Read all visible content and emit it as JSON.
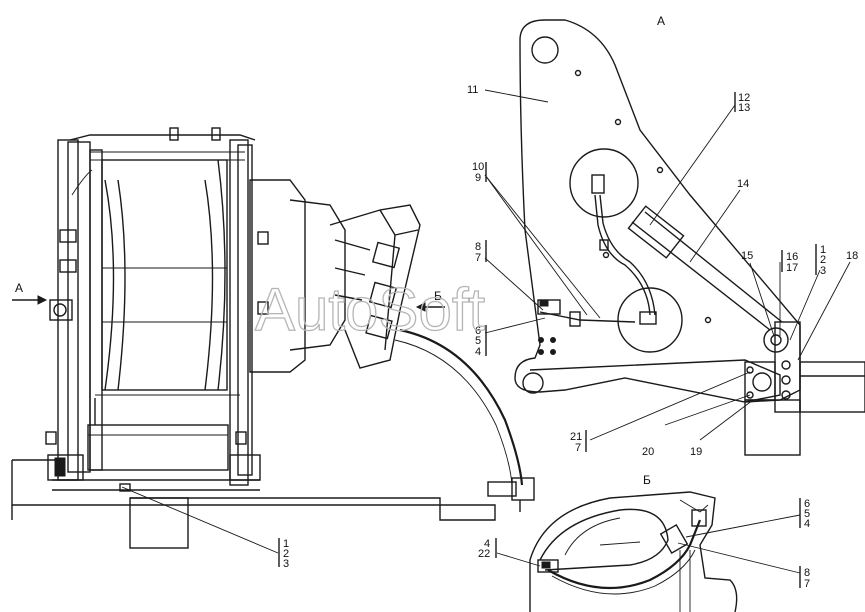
{
  "views": {
    "main_arrow": "A",
    "detail_a": "A",
    "detail_b": "Б",
    "b_arrow": "Б"
  },
  "callouts": {
    "c11": "11",
    "c10": "10",
    "c9": "9",
    "c8": "8",
    "c7a": "7",
    "c6": "6",
    "c5": "5",
    "c4": "4",
    "c12": "12",
    "c13": "13",
    "c14": "14",
    "c15": "15",
    "c16": "16",
    "c17": "17",
    "c1": "1",
    "c2": "2",
    "c3": "3",
    "c18": "18",
    "c21": "21",
    "c7b": "7",
    "c20": "20",
    "c19": "19",
    "m1": "1",
    "m2": "2",
    "m3": "3",
    "b6": "6",
    "b5": "5",
    "b4": "4",
    "b4l": "4",
    "b22": "22",
    "b8": "8",
    "b7": "7"
  },
  "watermark": "AutoSoft"
}
